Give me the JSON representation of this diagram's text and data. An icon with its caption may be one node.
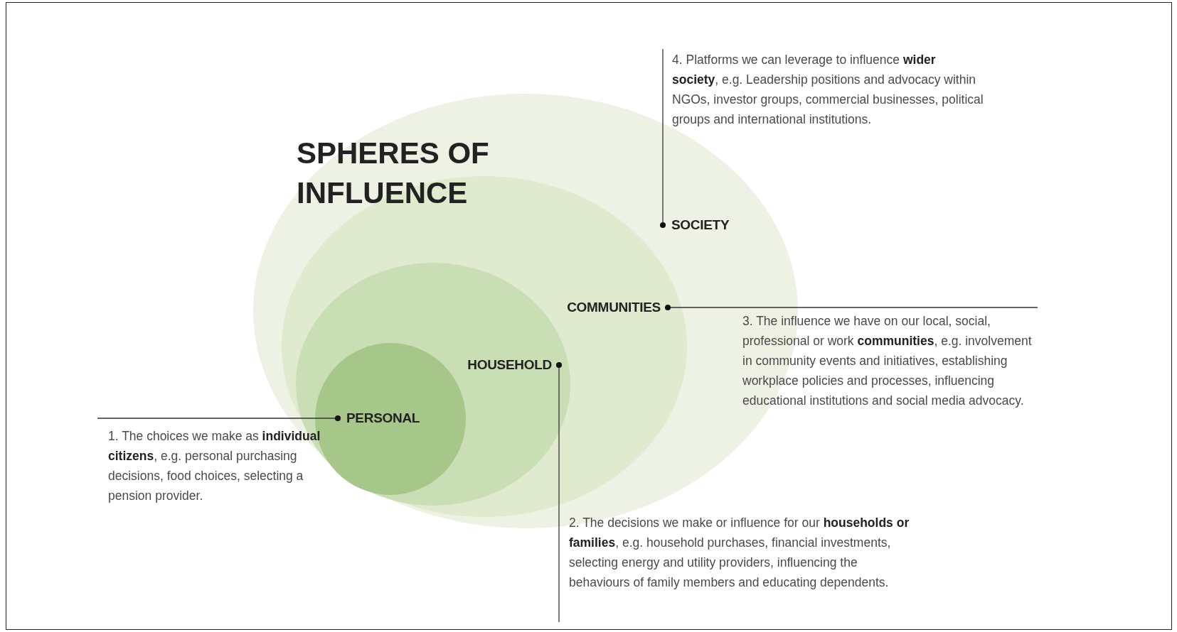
{
  "diagram": {
    "title": "SPHERES OF INFLUENCE",
    "nodes": [
      {
        "text": [
          "SOCIETY"
        ]
      },
      {
        "text": [
          "COMMUNITIES"
        ],
        "in": 0
      },
      {
        "text": [
          "HOUSEHOLD"
        ],
        "in": 1
      },
      {
        "text": [
          "PERSONAL"
        ],
        "in": 2
      },
      {
        "text": [
          "1. The choices we make as **individual citizens**, e.g. personal purchasing decisions, food choices, selecting a pension provider."
        ]
      },
      {
        "text": [
          "2. The decisions we make or influence for our **households or families**, e.g. household purchases, financial investments, selecting energy and utility providers, influencing the behaviours of family members and educating dependents."
        ]
      },
      {
        "text": [
          "3. The influence we have on our local, social, professional or work **communities**, e.g. involvement in community events and initiatives, establishing workplace policies and processes, influencing educational institutions and social media advocacy."
        ]
      },
      {
        "text": [
          "4. Platforms we can leverage to influence **wider society**, e.g. Leadership positions and advocacy within NGOs, investor groups, commercial businesses, political groups and international institutions."
        ]
      }
    ],
    "edges": [
      {
        "from": 4,
        "to": 3,
        "arrow": "other"
      },
      {
        "from": 5,
        "to": 2,
        "arrow": "other"
      },
      {
        "from": 6,
        "to": 1,
        "arrow": "other"
      },
      {
        "from": 7,
        "to": 0,
        "arrow": "other"
      }
    ]
  }
}
